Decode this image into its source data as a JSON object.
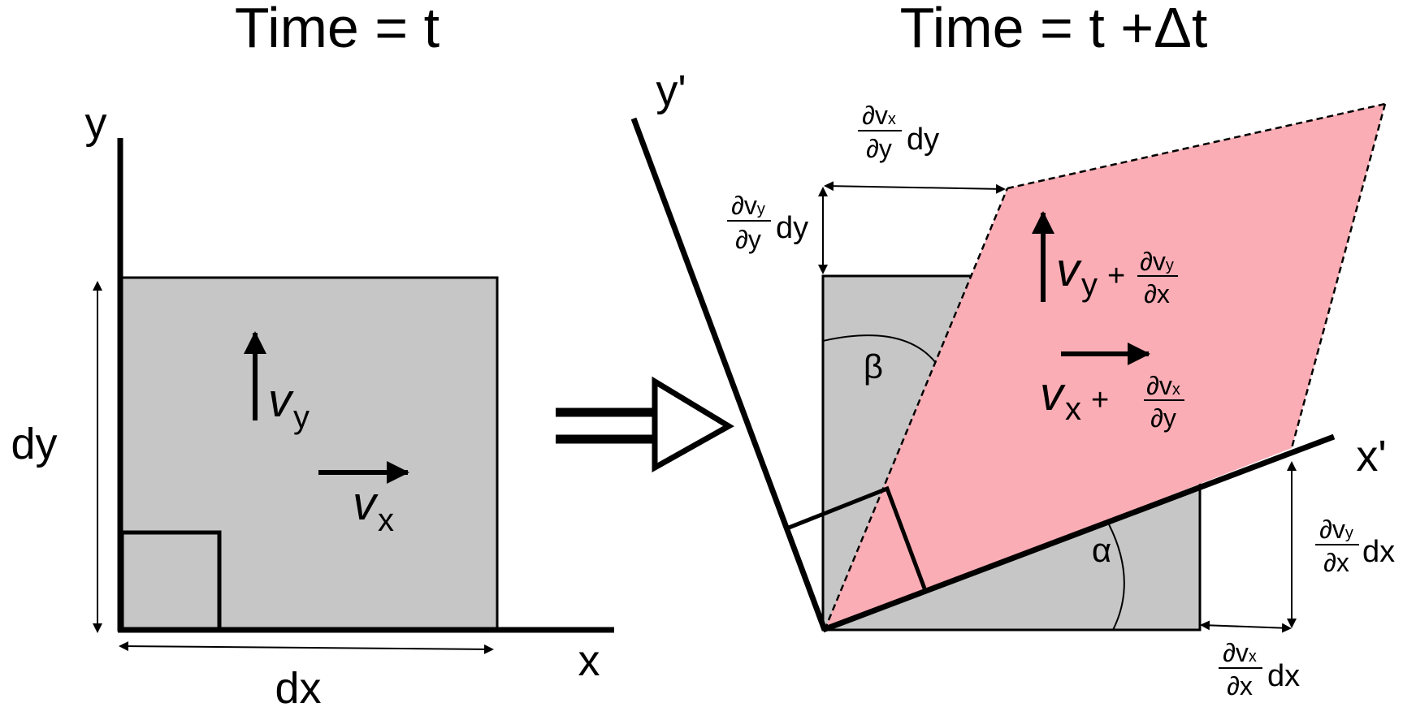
{
  "titles": {
    "left": "Time = t",
    "right": "Time = t +Δt"
  },
  "left_panel": {
    "axis_y": "y",
    "axis_x": "x",
    "dim_y": "dy",
    "dim_x": "dx",
    "vel_y": {
      "symbol": "v",
      "subscript": "y"
    },
    "vel_x": {
      "symbol": "v",
      "subscript": "x"
    }
  },
  "right_panel": {
    "axis_y_prime": "y'",
    "axis_x_prime": "x'",
    "angle_beta": "β",
    "angle_alpha": "α",
    "partial": "∂",
    "v": "v",
    "plus": "+",
    "vel_y_expr": {
      "symbol": "v",
      "subscript": "y",
      "num_v": "v",
      "num_sub": "y",
      "den": "x"
    },
    "vel_x_expr": {
      "symbol": "v",
      "subscript": "x",
      "num_v": "v",
      "num_sub": "x",
      "den": "y"
    },
    "top_shift": {
      "num_sub": "x",
      "den": "y",
      "unit": "dy"
    },
    "top_stretch": {
      "num_sub": "y",
      "den": "y",
      "unit": "dy"
    },
    "right_lift": {
      "num_sub": "y",
      "den": "x",
      "unit": "dx"
    },
    "bottom_stretch": {
      "num_sub": "x",
      "den": "x",
      "unit": "dx"
    }
  },
  "colors": {
    "square_fill": "#c6c6c6",
    "deformed_fill": "#fbadb5",
    "stroke": "#000000"
  }
}
